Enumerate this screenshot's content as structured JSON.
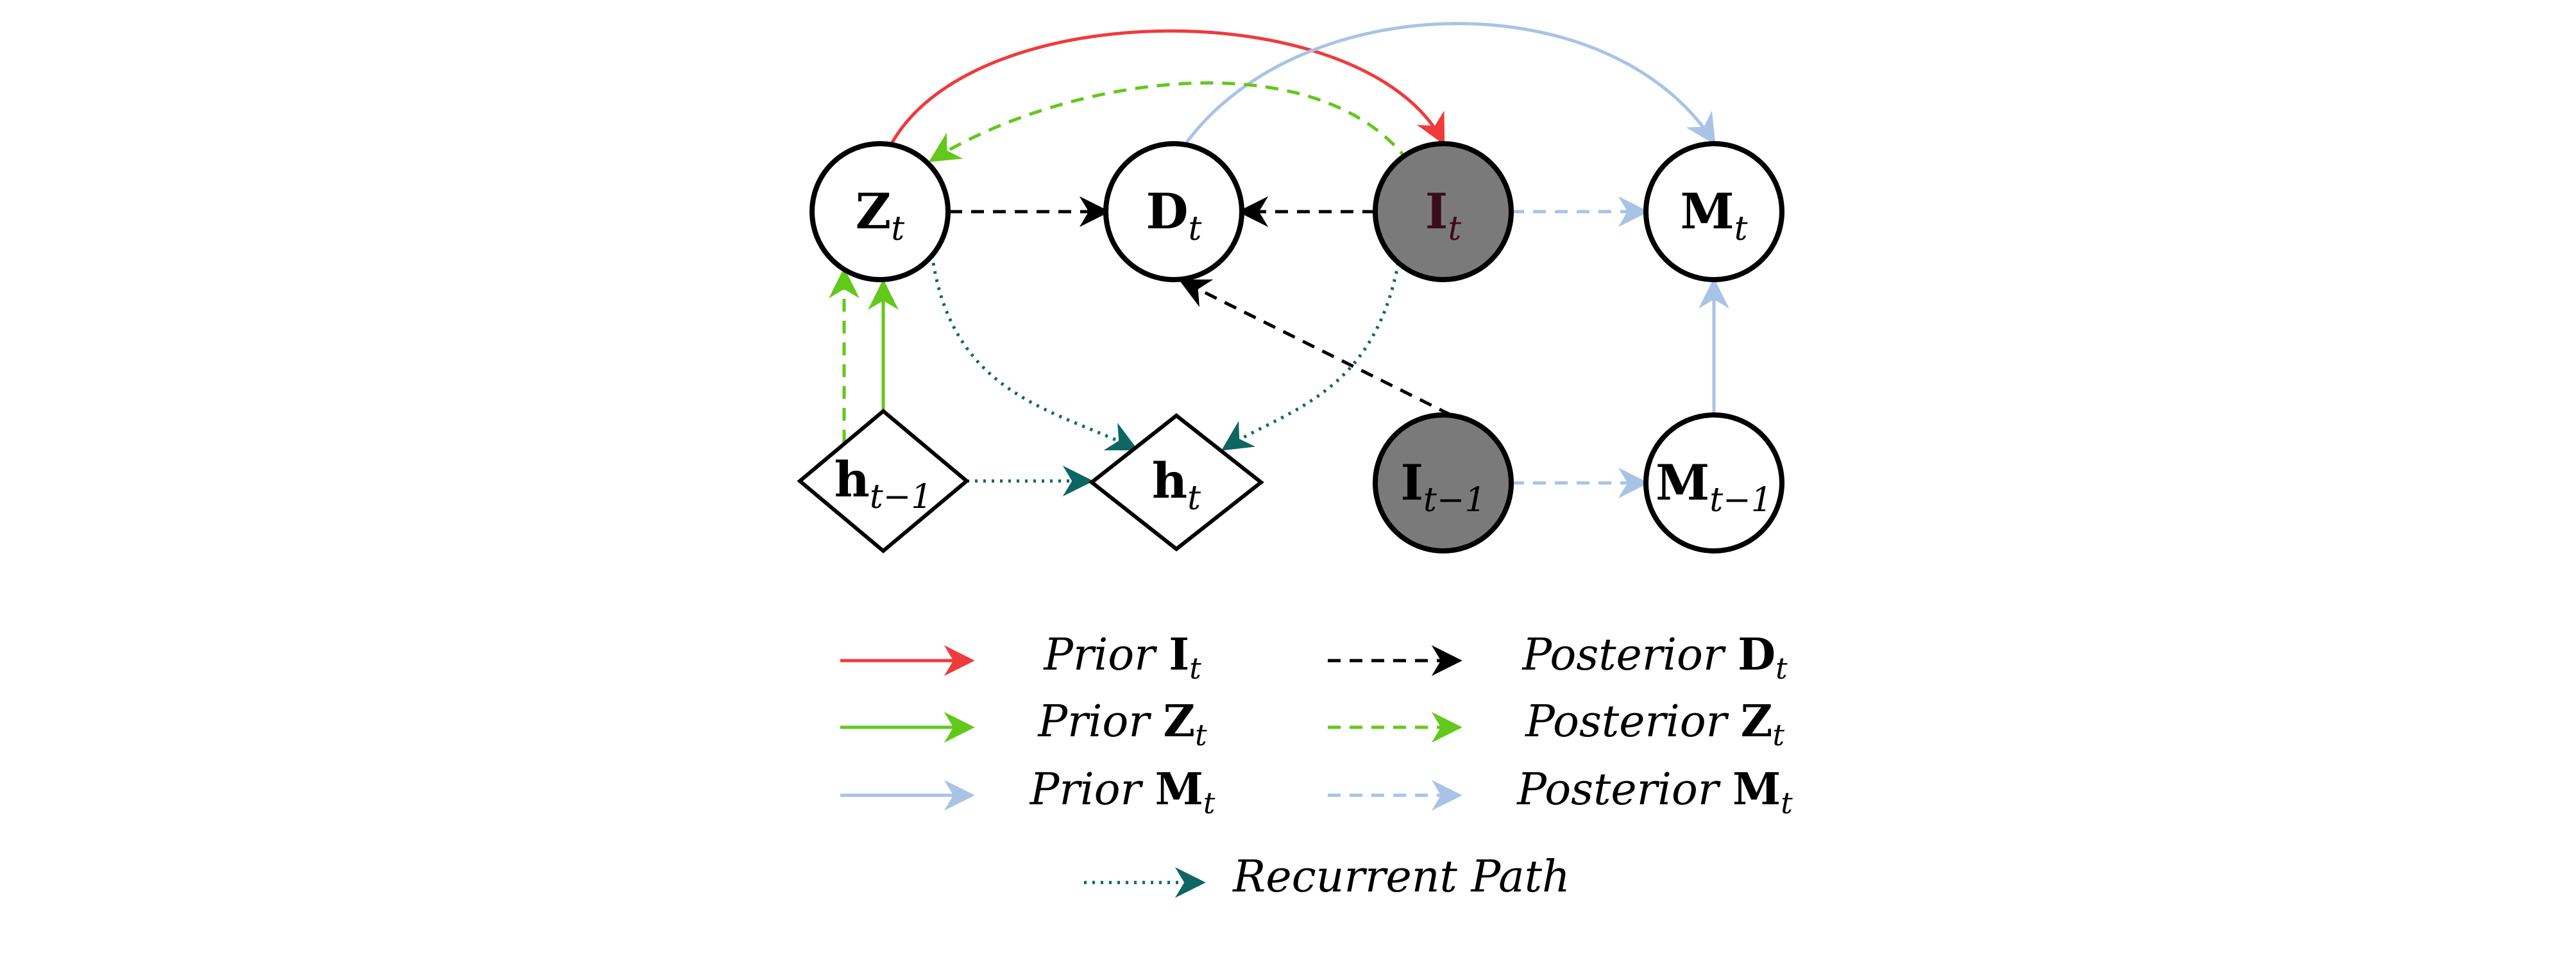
{
  "colors": {
    "prior_I": "#ef3b3b",
    "prior_Z": "#62c81a",
    "prior_M": "#a8c3e6",
    "posterior_D": "#000000",
    "posterior_Z": "#62c81a",
    "posterior_M": "#a8c3e6",
    "recurrent": "#0e6663",
    "observed_fill": "#7a7a7a"
  },
  "nodes": {
    "Z_t": {
      "sym": "Z",
      "sub": "t",
      "shape": "circle",
      "observed": false
    },
    "D_t": {
      "sym": "D",
      "sub": "t",
      "shape": "circle",
      "observed": false
    },
    "I_t": {
      "sym": "I",
      "sub": "t",
      "shape": "circle",
      "observed": true
    },
    "M_t": {
      "sym": "M",
      "sub": "t",
      "shape": "circle",
      "observed": false
    },
    "h_prev": {
      "sym": "h",
      "sub": "t−1",
      "shape": "diamond",
      "observed": false
    },
    "h_t": {
      "sym": "h",
      "sub": "t",
      "shape": "diamond",
      "observed": false
    },
    "I_prev": {
      "sym": "I",
      "sub": "t−1",
      "shape": "circle",
      "observed": true
    },
    "M_prev": {
      "sym": "M",
      "sub": "t−1",
      "shape": "circle",
      "observed": false
    }
  },
  "edges": [
    {
      "from": "Z_t",
      "to": "I_t",
      "style": "prior_I"
    },
    {
      "from": "D_t",
      "to": "M_t",
      "style": "prior_M"
    },
    {
      "from": "I_t",
      "to": "Z_t",
      "style": "posterior_Z"
    },
    {
      "from": "Z_t",
      "to": "D_t",
      "style": "posterior_D"
    },
    {
      "from": "I_t",
      "to": "D_t",
      "style": "posterior_D"
    },
    {
      "from": "I_t",
      "to": "M_t",
      "style": "posterior_M"
    },
    {
      "from": "I_prev",
      "to": "D_t",
      "style": "posterior_D"
    },
    {
      "from": "M_prev",
      "to": "M_t",
      "style": "prior_M"
    },
    {
      "from": "h_prev",
      "to": "Z_t",
      "style": "prior_Z"
    },
    {
      "from": "h_prev",
      "to": "Z_t",
      "style": "posterior_Z"
    },
    {
      "from": "Z_t",
      "to": "h_t",
      "style": "recurrent"
    },
    {
      "from": "I_t",
      "to": "h_t",
      "style": "recurrent"
    },
    {
      "from": "h_prev",
      "to": "h_t",
      "style": "recurrent"
    },
    {
      "from": "I_prev",
      "to": "M_prev",
      "style": "posterior_M"
    }
  ],
  "legend": [
    {
      "style": "prior_I",
      "label": "Prior",
      "sym": "I",
      "sub": "t"
    },
    {
      "style": "posterior_D",
      "label": "Posterior",
      "sym": "D",
      "sub": "t"
    },
    {
      "style": "prior_Z",
      "label": "Prior",
      "sym": "Z",
      "sub": "t"
    },
    {
      "style": "posterior_Z",
      "label": "Posterior",
      "sym": "Z",
      "sub": "t"
    },
    {
      "style": "prior_M",
      "label": "Prior",
      "sym": "M",
      "sub": "t"
    },
    {
      "style": "posterior_M",
      "label": "Posterior",
      "sym": "M",
      "sub": "t"
    },
    {
      "style": "recurrent",
      "label": "Recurrent Path",
      "sym": "",
      "sub": ""
    }
  ]
}
